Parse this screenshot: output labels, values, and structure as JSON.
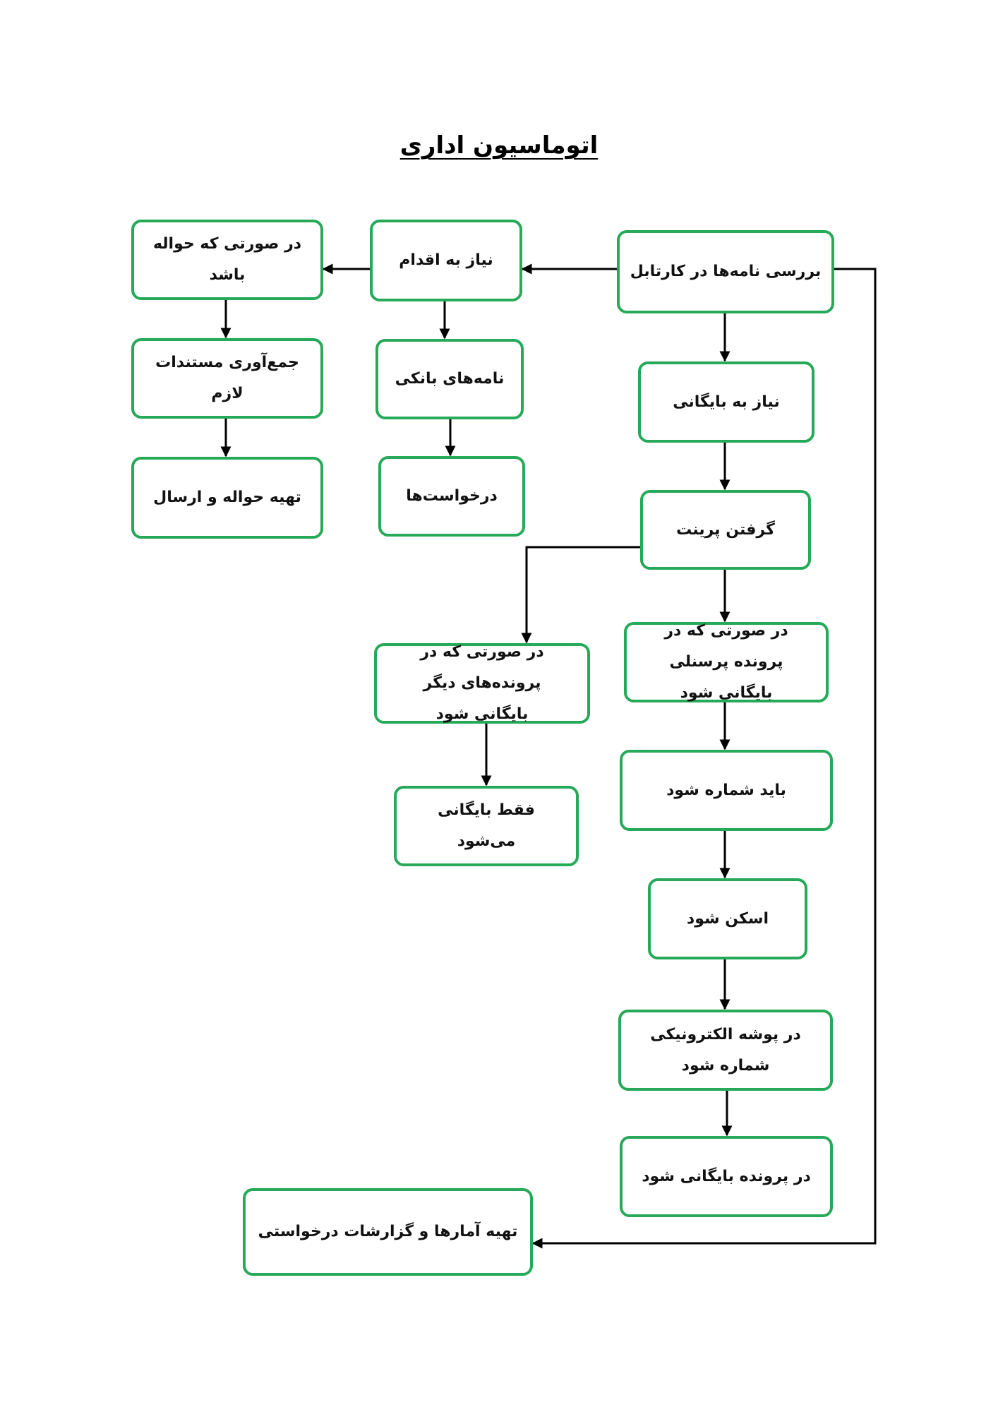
{
  "page": {
    "title": "اتوماسیون اداری"
  },
  "colors": {
    "box_border": "#26a958",
    "line": "#000000",
    "text": "#111111"
  },
  "nodes": {
    "review_letters": "بررسی نامه‌ها در کارتابل",
    "need_action": "نیاز به اقدام",
    "if_transfer": "در صورتی که حواله باشد",
    "collect_documents": "جمع‌آوری مستندات لازم",
    "prepare_transfer_send": "تهیه حواله و ارسال",
    "bank_letters": "نامه‌های بانکی",
    "requests": "درخواست‌ها",
    "need_archive": "نیاز به بایگانی",
    "take_print": "گرفتن پرینت",
    "personnel_file": "در صورتی که در پرونده پرسنلی بایگانی شود",
    "other_files": "در صورتی که در پرونده‌های دیگر بایگانی شود",
    "only_archived": "فقط بایگانی می‌شود",
    "must_numbered": "باید شماره شود",
    "scan": "اسکن شود",
    "electronic_folder": "در پوشه الکترونیکی شماره شود",
    "archive_in_file": "در پرونده بایگانی شود",
    "reports": "تهیه آمارها و گزارشات درخواستی"
  }
}
